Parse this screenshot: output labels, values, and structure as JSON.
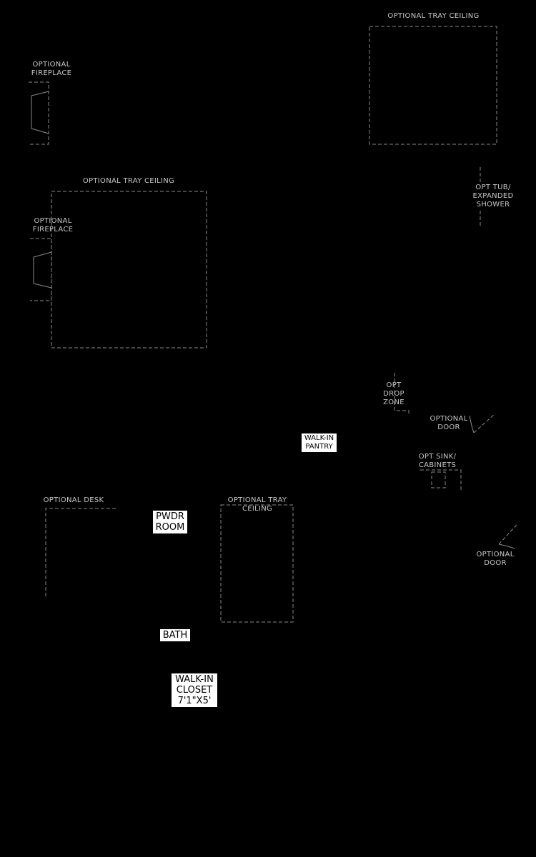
{
  "labels": {
    "tray_ceiling_top": "OPTIONAL TRAY CEILING",
    "fireplace_top": "OPTIONAL\nFIREPLACE",
    "tray_ceiling_mid": "OPTIONAL TRAY CEILING",
    "fireplace_mid": "OPTIONAL\nFIREPLACE",
    "opt_tub": "OPT TUB/\nEXPANDED\nSHOWER",
    "drop_zone": "OPT\nDROP\nZONE",
    "optional_door_upper": "OPTIONAL\nDOOR",
    "sink_cabinets": "OPT SINK/\nCABINETS",
    "optional_desk": "OPTIONAL DESK",
    "tray_ceiling_low": "OPTIONAL TRAY\nCEILING",
    "optional_door_lower": "OPTIONAL\nDOOR"
  },
  "tags": {
    "walkin_pantry": "WALK-IN\nPANTRY",
    "pwdr_room": "PWDR\nROOM",
    "bath": "BATH",
    "walkin_closet": "WALK-IN\nCLOSET\n7'1\"X5'"
  },
  "colors": {
    "background": "#000000",
    "dashed_lines": "#8a8a8a",
    "label_text": "#c8c8c8",
    "tag_background": "#ffffff"
  }
}
